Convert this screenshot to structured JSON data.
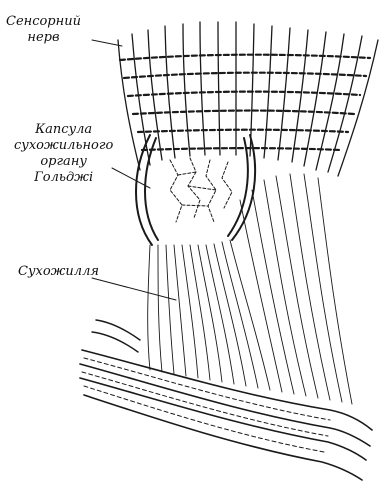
{
  "labels": {
    "sensory_nerve": {
      "line1": "Сенсорний",
      "line2": "нерв"
    },
    "capsule": {
      "line1": "Капсула",
      "line2": "сухожильного",
      "line3": "органу",
      "line4": "Гольджі"
    },
    "tendon": "Сухожилля"
  }
}
